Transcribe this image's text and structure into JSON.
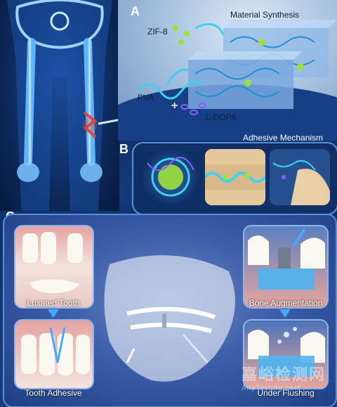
{
  "panel_a": {
    "letter": "A",
    "title": "Material Synthesis",
    "zif_label": "ZIF-8",
    "pva_label": "PVA",
    "ldopa_label": "L-DOPA",
    "plus": "+"
  },
  "panel_b": {
    "letter": "B",
    "title": "Adhesive Mechanism"
  },
  "panel_c": {
    "letter": "C",
    "luxated_label": "Luxated Tooth",
    "adhesive_label": "Tooth Adhesive",
    "bone_label": "Bone Augmentation",
    "flushing_label": "Under Flushing"
  },
  "watermark": {
    "text": "嘉峪检测网",
    "sub": "AnyTesting.com"
  },
  "colors": {
    "navy": "#0a1f44",
    "accent_blue": "#47a8ff",
    "fracture_red": "#e0453a",
    "zif_green": "#9ee03a",
    "ldopa_purple": "#8a5cff"
  }
}
